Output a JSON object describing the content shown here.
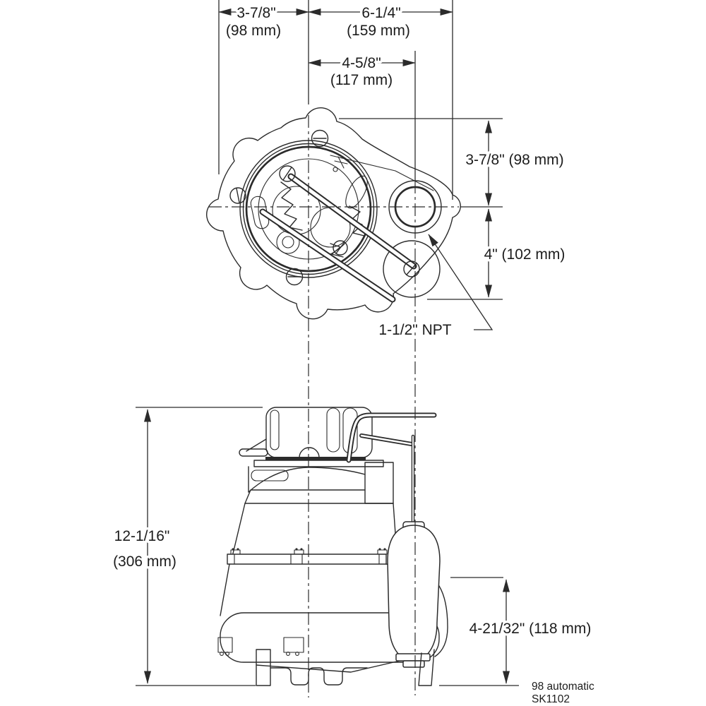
{
  "colors": {
    "background": "#ffffff",
    "line": "#2b2b2b",
    "text": "#1c1c1c"
  },
  "dims": {
    "top_left_in": "3-7/8\"",
    "top_left_mm": "(98 mm)",
    "top_right_in": "6-1/4\"",
    "top_right_mm": "(159 mm)",
    "offset_in": "4-5/8\"",
    "offset_mm": "(117 mm)",
    "side_upper": "3-7/8\" (98 mm)",
    "side_lower": "4\" (102 mm)",
    "thread": "1-1/2\" NPT",
    "height_in": "12-1/16\"",
    "height_mm": "(306 mm)",
    "float_height": "4-21/32\" (118 mm)"
  },
  "caption": {
    "model": "98 automatic",
    "drawing_no": "SK1102"
  }
}
